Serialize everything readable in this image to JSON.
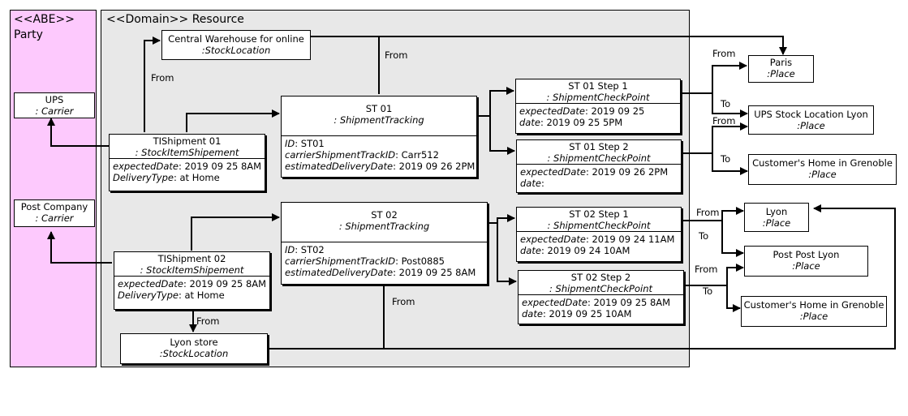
{
  "regions": {
    "party": {
      "stereotype": "<<ABE>>",
      "name": "Party"
    },
    "resource": {
      "title": "<<Domain>> Resource"
    }
  },
  "carriers": {
    "ups": {
      "name": "UPS",
      "type": ": Carrier"
    },
    "post": {
      "name": "Post Company",
      "type": ": Carrier"
    }
  },
  "locations": {
    "central": {
      "name": "Central Warehouse for online",
      "type": ":StockLocation"
    },
    "lyon_store": {
      "name": "Lyon store",
      "type": ":StockLocation"
    }
  },
  "shipments": {
    "s1": {
      "name": "TIShipment 01",
      "type": ": StockItemShipement",
      "expected_label": "expectedDate",
      "expected_value": ": 2019 09 25 8AM",
      "delivery_label": "DeliveryType",
      "delivery_value": ": at Home"
    },
    "s2": {
      "name": "TIShipment 02",
      "type": ": StockItemShipement",
      "expected_label": "expectedDate",
      "expected_value": ": 2019 09 25 8AM",
      "delivery_label": "DeliveryType",
      "delivery_value": ": at Home"
    }
  },
  "trackings": {
    "st01": {
      "name": "ST 01",
      "type": ": ShipmentTracking",
      "id_label": "ID",
      "id_value": ": ST01",
      "carrier_label": "carrierShipmentTrackID",
      "carrier_value": ": Carr512",
      "est_label": "estimatedDeliveryDate",
      "est_value": ": 2019 09 26 2PM"
    },
    "st02": {
      "name": "ST 02",
      "type": ": ShipmentTracking",
      "id_label": "ID",
      "id_value": ": ST02",
      "carrier_label": "carrierShipmentTrackID",
      "carrier_value": ": Post0885",
      "est_label": "estimatedDeliveryDate",
      "est_value": ": 2019 09 25 8AM"
    }
  },
  "checkpoints": {
    "st01_step1": {
      "name": "ST 01 Step 1",
      "type": ": ShipmentCheckPoint",
      "expected_label": "expectedDate",
      "expected_value": ": 2019 09 25",
      "date_label": "date",
      "date_value": ": 2019 09 25 5PM"
    },
    "st01_step2": {
      "name": "ST 01 Step 2",
      "type": ": ShipmentCheckPoint",
      "expected_label": "expectedDate",
      "expected_value": ": 2019 09 26 2PM",
      "date_label": "date",
      "date_value": ":"
    },
    "st02_step1": {
      "name": "ST 02 Step 1",
      "type": ": ShipmentCheckPoint",
      "expected_label": "expectedDate",
      "expected_value": ": 2019 09 24 11AM",
      "date_label": "date",
      "date_value": ": 2019 09 24 10AM"
    },
    "st02_step2": {
      "name": "ST 02 Step 2",
      "type": ": ShipmentCheckPoint",
      "expected_label": "expectedDate",
      "expected_value": ": 2019 09 25 8AM",
      "date_label": "date",
      "date_value": ": 2019 09 25 10AM"
    }
  },
  "places": {
    "paris": {
      "name": "Paris",
      "type": ":Place"
    },
    "ups_lyon": {
      "name": "UPS Stock Location Lyon",
      "type": ":Place"
    },
    "home_grenoble_1": {
      "name": "Customer's Home in Grenoble",
      "type": ":Place"
    },
    "lyon": {
      "name": "Lyon",
      "type": ":Place"
    },
    "post_lyon": {
      "name": "Post Post Lyon",
      "type": ":Place"
    },
    "home_grenoble_2": {
      "name": "Customer's Home in Grenoble",
      "type": ":Place"
    }
  },
  "link_labels": {
    "from": "From",
    "to": "To"
  }
}
